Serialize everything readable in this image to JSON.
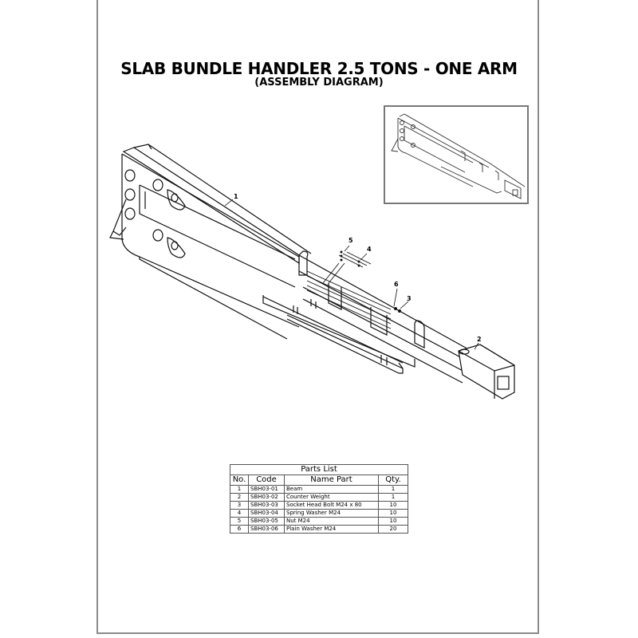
{
  "document": {
    "title": "SLAB BUNDLE HANDLER 2.5 TONS - ONE ARM",
    "subtitle": "(ASSEMBLY DIAGRAM)"
  },
  "callouts": [
    {
      "label": "1",
      "part": "Beam"
    },
    {
      "label": "2",
      "part": "Counter Weight"
    },
    {
      "label": "3",
      "part": "Socket Head Bolt M24 x 80"
    },
    {
      "label": "4",
      "part": "Spring Washer M24"
    },
    {
      "label": "5",
      "part": "Nut M24"
    },
    {
      "label": "6",
      "part": "Plain Washer M24"
    }
  ],
  "parts_list": {
    "caption": "Parts List",
    "headers": {
      "no": "No.",
      "code": "Code",
      "name": "Name Part",
      "qty": "Qty."
    },
    "rows": [
      {
        "no": "1",
        "code": "SBH03-01",
        "name": "Beam",
        "qty": "1"
      },
      {
        "no": "2",
        "code": "SBH03-02",
        "name": "Counter Weight",
        "qty": "1"
      },
      {
        "no": "3",
        "code": "SBH03-03",
        "name": "Socket Head Bolt M24 x 80",
        "qty": "10"
      },
      {
        "no": "4",
        "code": "SBH03-04",
        "name": "Spring Washer M24",
        "qty": "10"
      },
      {
        "no": "5",
        "code": "SBH03-05",
        "name": "Nut M24",
        "qty": "10"
      },
      {
        "no": "6",
        "code": "SBH03-06",
        "name": "Plain Washer M24",
        "qty": "20"
      }
    ]
  }
}
